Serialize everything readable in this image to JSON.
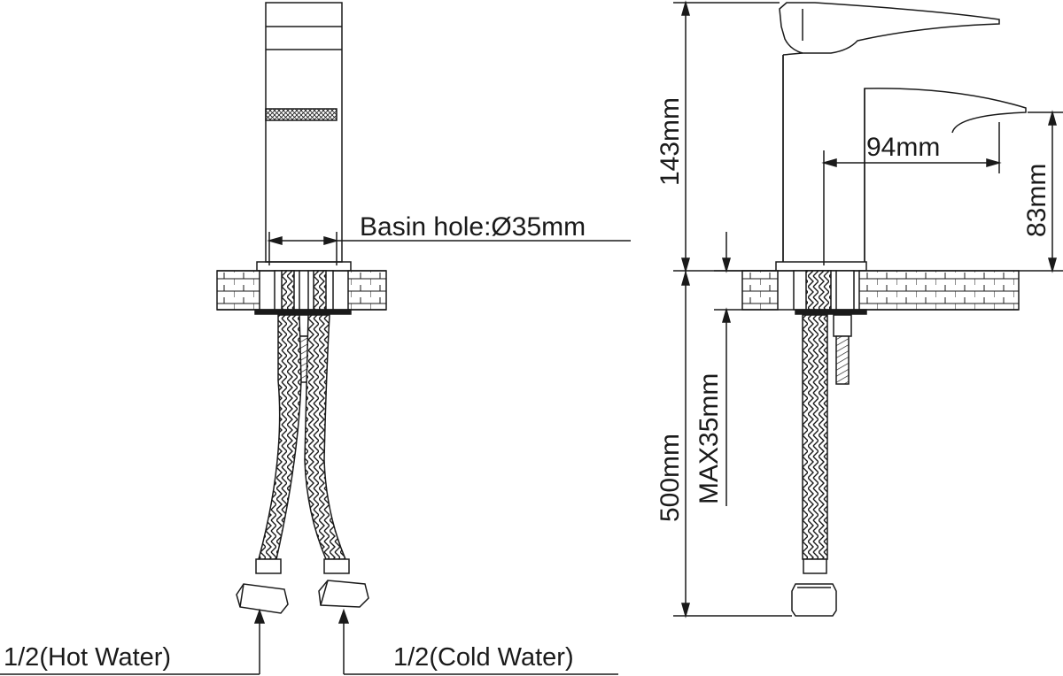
{
  "labels": {
    "basin_hole": "Basin hole:Ø35mm",
    "hot_water": "1/2(Hot Water)",
    "cold_water": "1/2(Cold Water)",
    "height_total": "143mm",
    "spout_reach": "94mm",
    "spout_height": "83mm",
    "hose_length": "500mm",
    "max_thickness": "MAX35mm"
  },
  "colors": {
    "line": "#1a1a1a",
    "background": "#ffffff"
  }
}
